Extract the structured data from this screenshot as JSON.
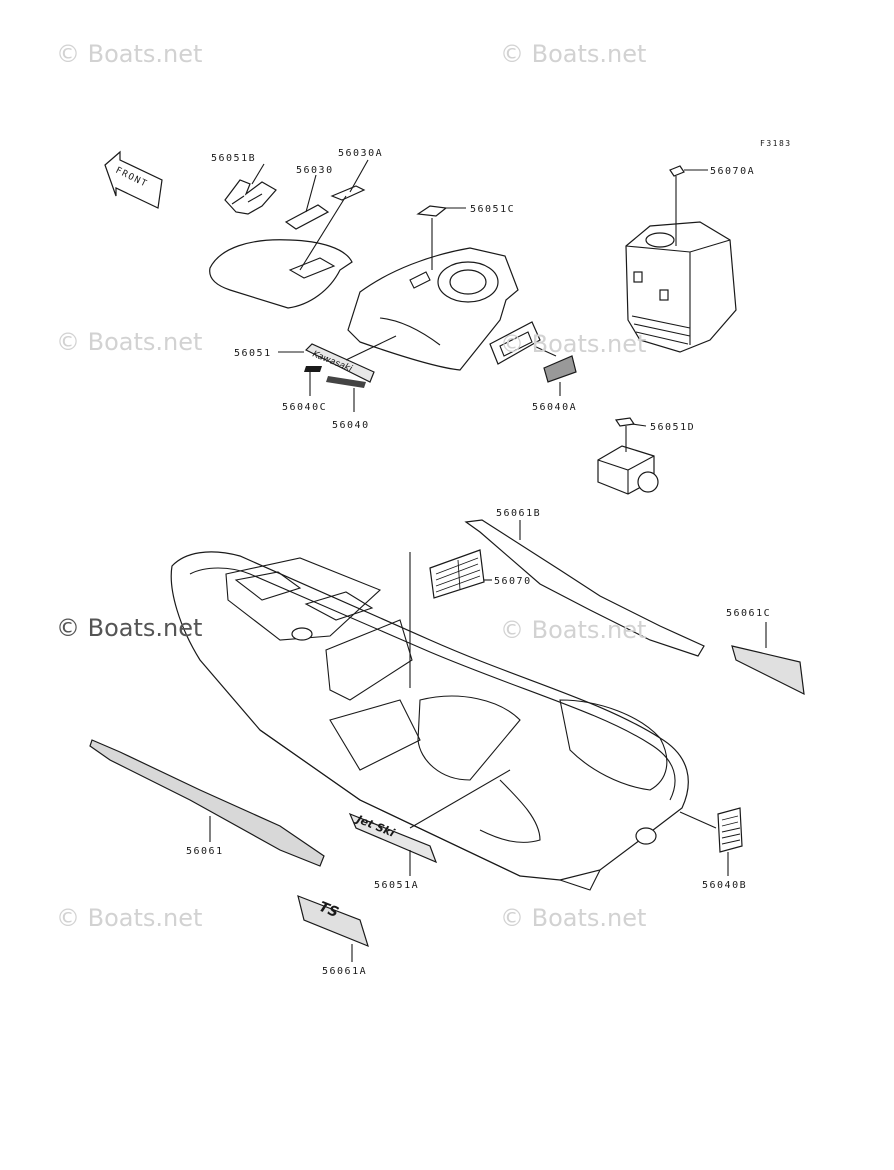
{
  "figure_code": "F3183",
  "front_arrow_text": "FRONT",
  "watermark_text": "© Boats.net",
  "callouts": {
    "p56051B": "56051B",
    "p56030": "56030",
    "p56030A": "56030A",
    "p56051C": "56051C",
    "p56070A": "56070A",
    "p56051": "56051",
    "p56040C": "56040C",
    "p56040": "56040",
    "p56040A": "56040A",
    "p56051D": "56051D",
    "p56061B": "56061B",
    "p56070": "56070",
    "p56061C": "56061C",
    "p56061": "56061",
    "p56051A": "56051A",
    "p56040B": "56040B",
    "p56061A": "56061A"
  },
  "decal_text": {
    "kawasaki": "Kawasaki",
    "jet_ski": "Jet Ski",
    "ts": "TS"
  }
}
